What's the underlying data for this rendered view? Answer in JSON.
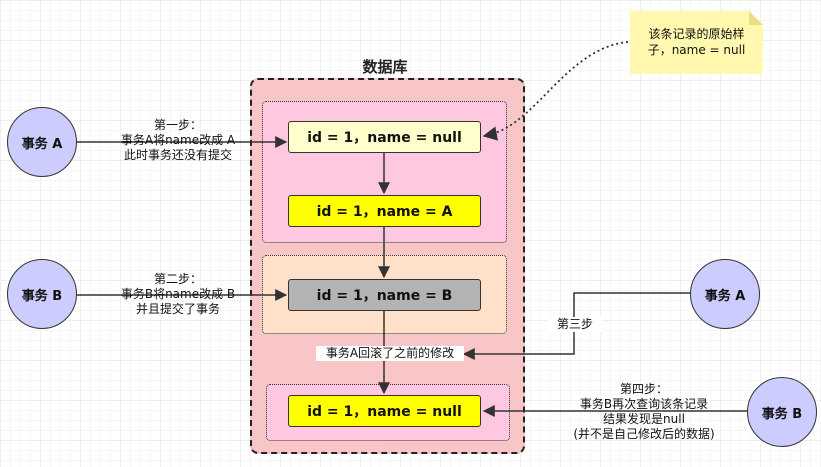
{
  "database": {
    "title": "数据库"
  },
  "records": {
    "original": "id = 1，name = null",
    "after_a": "id = 1，name = A",
    "after_b": "id = 1，name = B",
    "final": "id = 1，name = null"
  },
  "actors": {
    "tx_a_left": "事务 A",
    "tx_b_left": "事务 B",
    "tx_a_right": "事务 A",
    "tx_b_right": "事务 B"
  },
  "steps": {
    "step1": {
      "line1": "第一步：",
      "line2": "事务A将name改成 A",
      "line3": "此时事务还没有提交"
    },
    "step2": {
      "line1": "第二步：",
      "line2": "事务B将name改成 B",
      "line3": "并且提交了事务"
    },
    "step3": {
      "label": "第三步"
    },
    "rollback": {
      "label": "事务A回滚了之前的修改"
    },
    "step4": {
      "line1": "第四步：",
      "line2": "事务B再次查询该条记录",
      "line3": "结果发现是null",
      "line4": "(并不是自己修改后的数据)"
    }
  },
  "note": {
    "line1": "该条记录的原始样",
    "line2": "子，name = null"
  }
}
